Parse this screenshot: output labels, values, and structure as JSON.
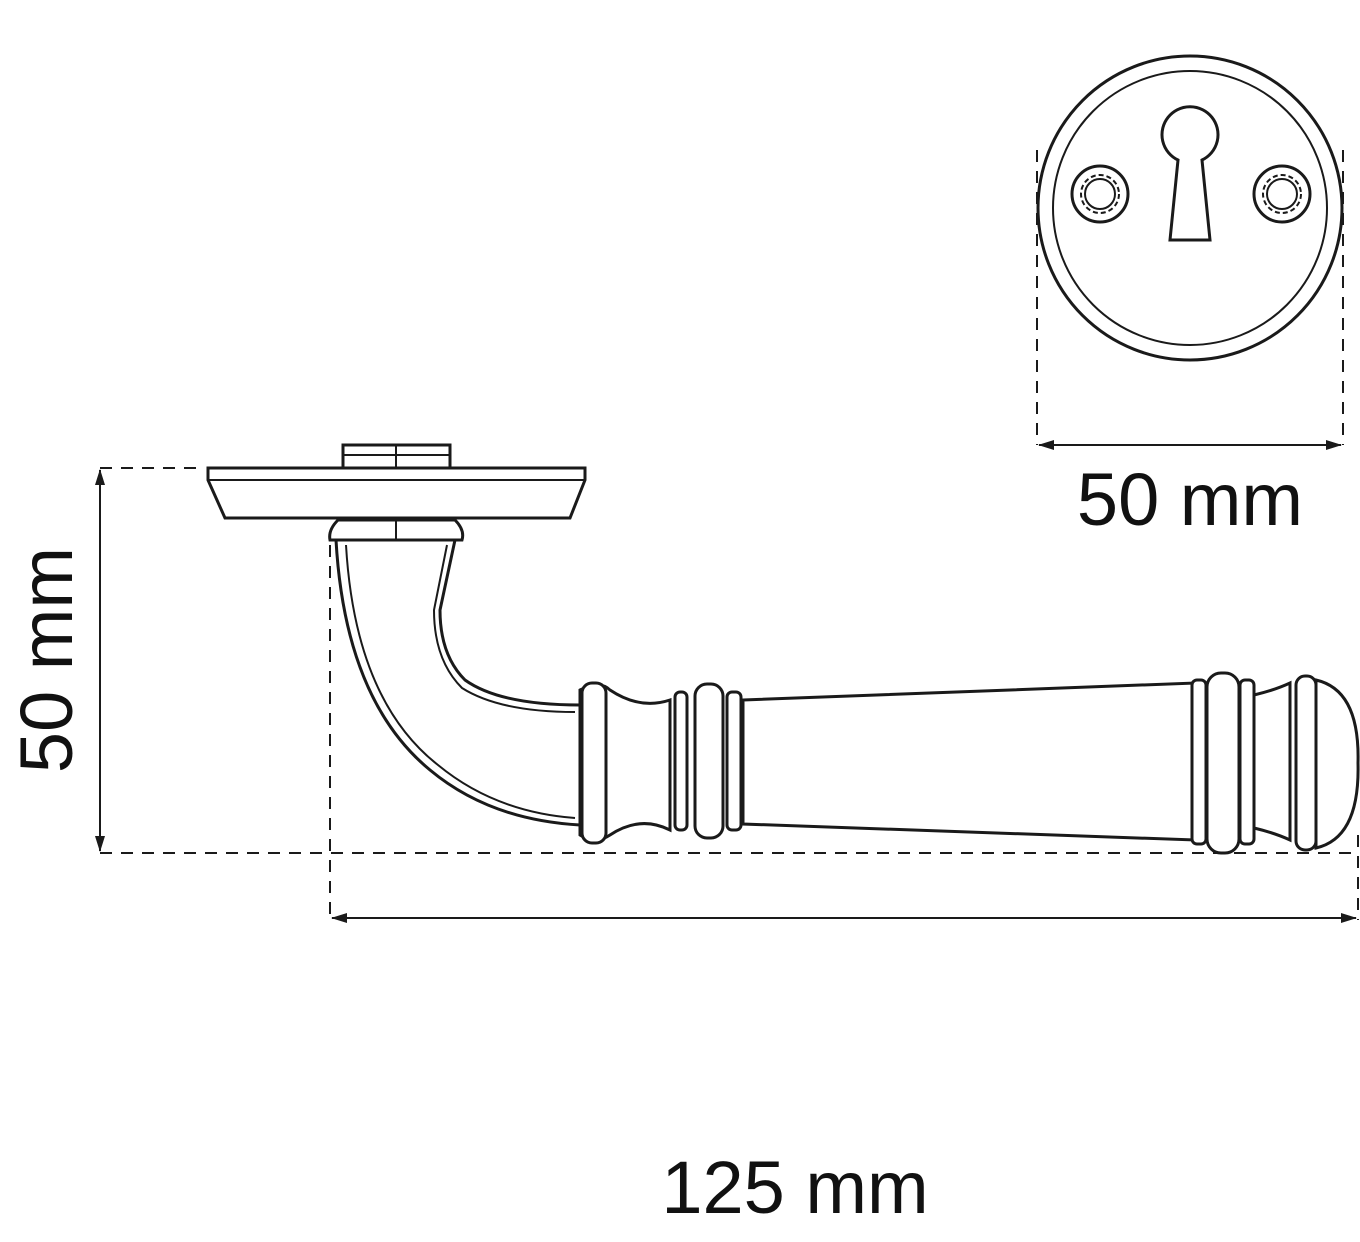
{
  "dimensions": {
    "rosette_diameter": "50 mm",
    "lever_height": "50 mm",
    "lever_length": "125 mm"
  },
  "colors": {
    "line": "#1a1a1a",
    "background": "#ffffff"
  }
}
